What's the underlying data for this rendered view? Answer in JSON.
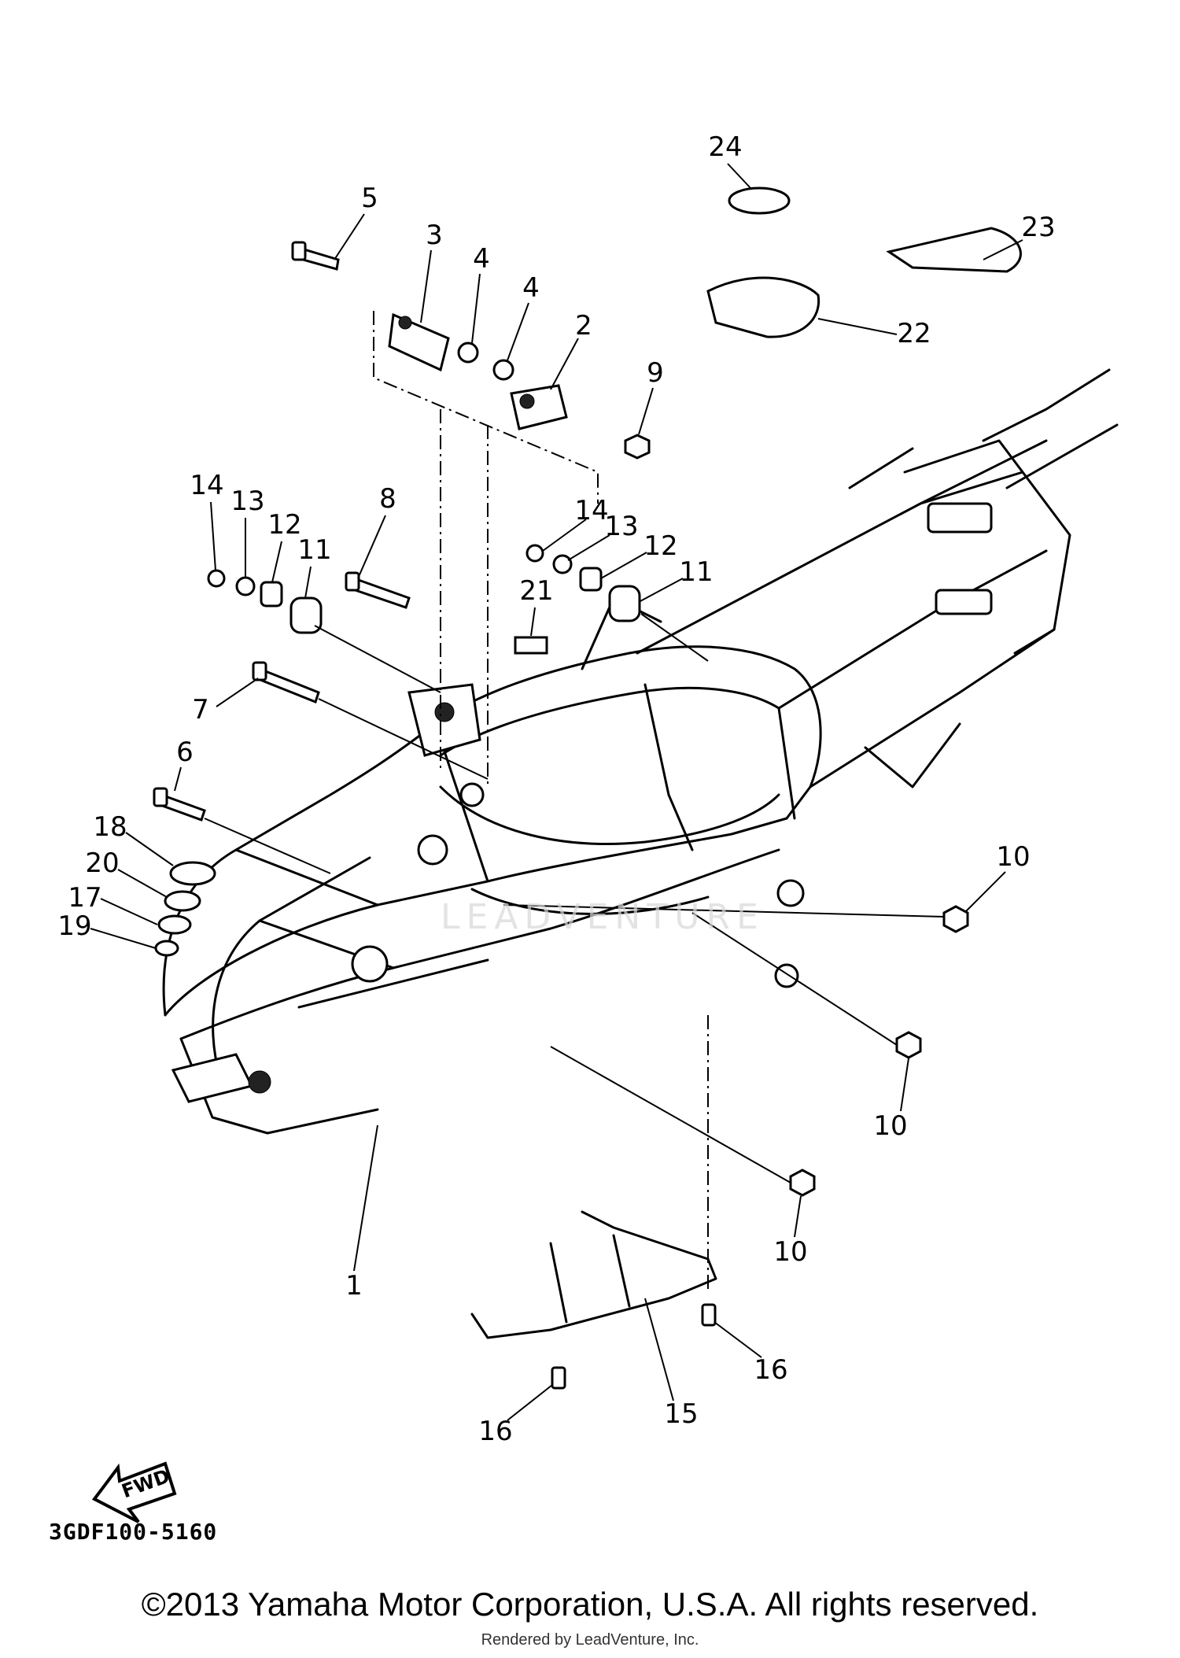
{
  "diagram": {
    "callouts": [
      "1",
      "2",
      "3",
      "4",
      "4",
      "5",
      "6",
      "7",
      "8",
      "9",
      "10",
      "10",
      "10",
      "10",
      "11",
      "11",
      "12",
      "12",
      "13",
      "13",
      "14",
      "14",
      "15",
      "16",
      "16",
      "17",
      "18",
      "19",
      "20",
      "21",
      "22",
      "23",
      "24"
    ],
    "fwd_label": "FWD",
    "drawing_code": "3GDF100-5160",
    "watermark": "LEADVENTURE"
  },
  "footer": {
    "copyright": "©2013 Yamaha Motor Corporation, U.S.A. All rights reserved.",
    "rendered_by": "Rendered by LeadVenture, Inc."
  }
}
